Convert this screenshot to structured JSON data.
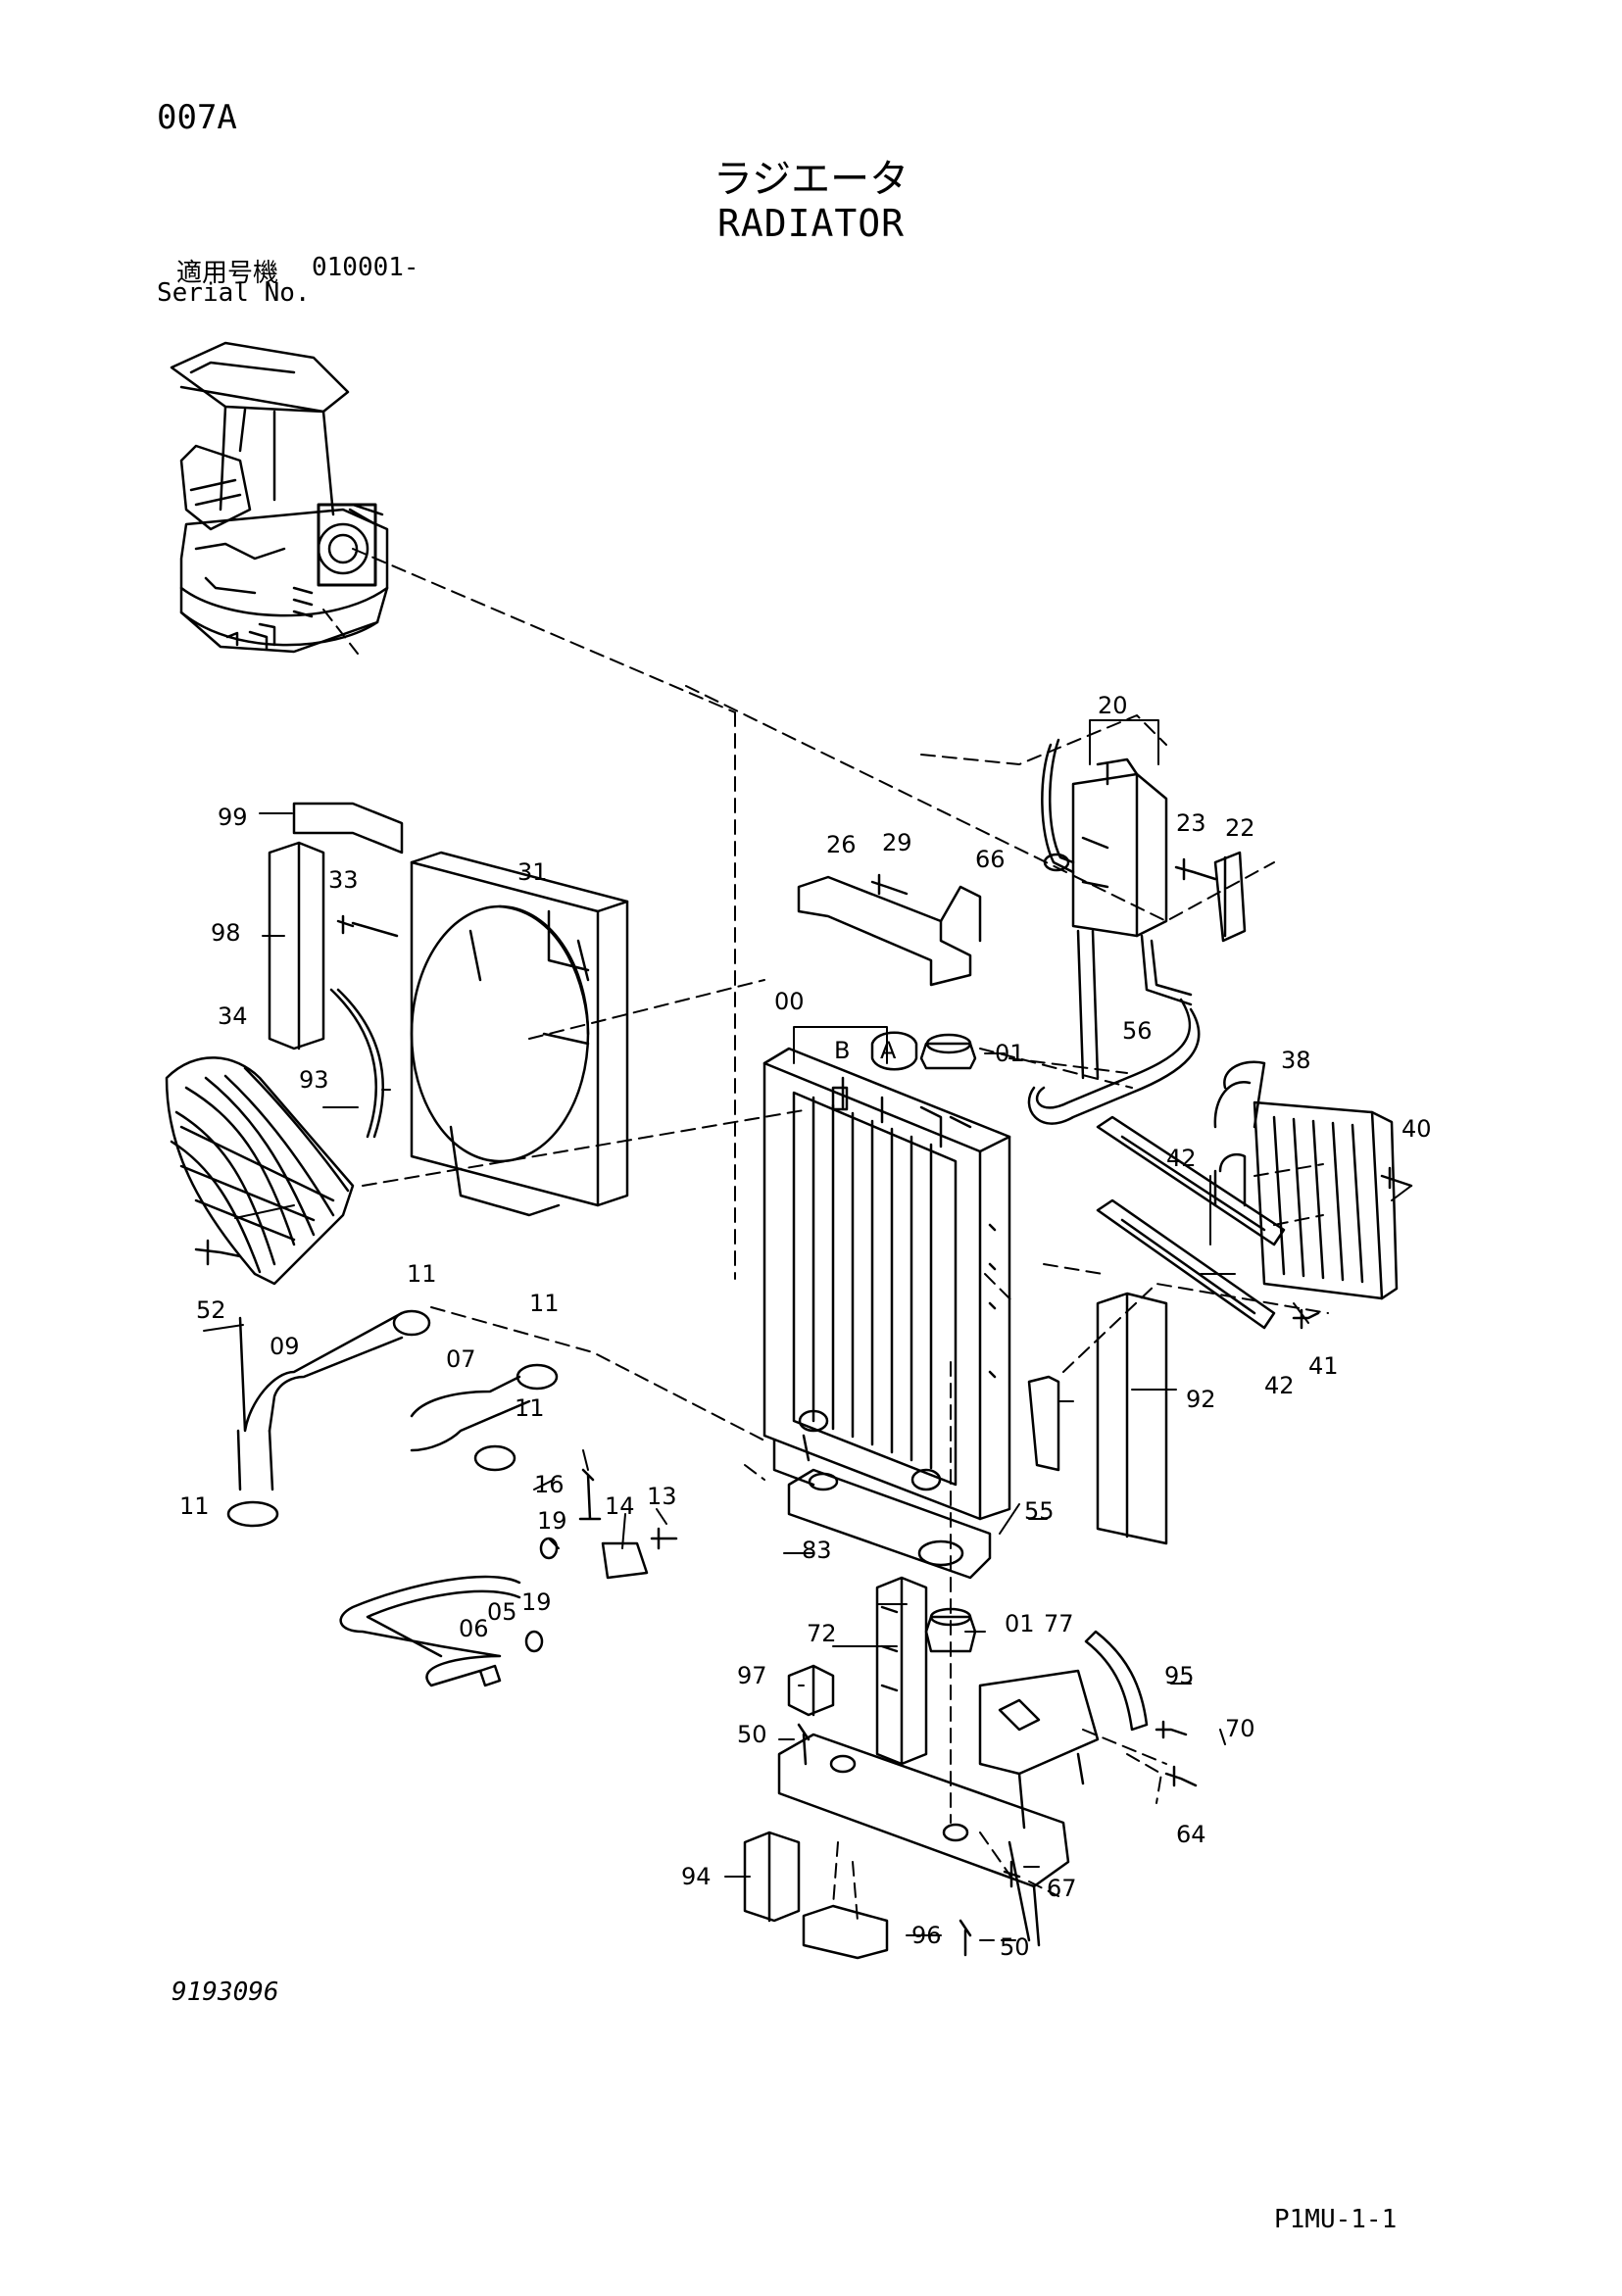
{
  "header": {
    "page_code": "007A",
    "title_jp": "ラジエータ",
    "title_en": "RADIATOR",
    "serial_label_jp": "適用号機",
    "serial_value": "010001-",
    "serial_label_en": "Serial No."
  },
  "footer": {
    "drawing_number": "9193096",
    "page_reference": "P1MU-1-1"
  },
  "callouts": [
    {
      "id": "c20",
      "label": "20"
    },
    {
      "id": "c99",
      "label": "99"
    },
    {
      "id": "c23",
      "label": "23"
    },
    {
      "id": "c22",
      "label": "22"
    },
    {
      "id": "c26",
      "label": "26"
    },
    {
      "id": "c29",
      "label": "29"
    },
    {
      "id": "c66",
      "label": "66"
    },
    {
      "id": "c33",
      "label": "33"
    },
    {
      "id": "c31",
      "label": "31"
    },
    {
      "id": "c98",
      "label": "98"
    },
    {
      "id": "c00",
      "label": "00"
    },
    {
      "id": "c34",
      "label": "34"
    },
    {
      "id": "cB",
      "label": "B"
    },
    {
      "id": "cA",
      "label": "A"
    },
    {
      "id": "c01a",
      "label": "01"
    },
    {
      "id": "c56",
      "label": "56"
    },
    {
      "id": "c38",
      "label": "38"
    },
    {
      "id": "c93",
      "label": "93"
    },
    {
      "id": "c40",
      "label": "40"
    },
    {
      "id": "c42a",
      "label": "42"
    },
    {
      "id": "c52",
      "label": "52"
    },
    {
      "id": "c11a",
      "label": "11"
    },
    {
      "id": "c11b",
      "label": "11"
    },
    {
      "id": "c09",
      "label": "09"
    },
    {
      "id": "c07",
      "label": "07"
    },
    {
      "id": "c92",
      "label": "92"
    },
    {
      "id": "c41",
      "label": "41"
    },
    {
      "id": "c42b",
      "label": "42"
    },
    {
      "id": "c11c",
      "label": "11"
    },
    {
      "id": "c16",
      "label": "16"
    },
    {
      "id": "c13",
      "label": "13"
    },
    {
      "id": "c19a",
      "label": "19"
    },
    {
      "id": "c14",
      "label": "14"
    },
    {
      "id": "c55",
      "label": "55"
    },
    {
      "id": "c11d",
      "label": "11"
    },
    {
      "id": "c83",
      "label": "83"
    },
    {
      "id": "c05",
      "label": "05"
    },
    {
      "id": "c19b",
      "label": "19"
    },
    {
      "id": "c06",
      "label": "06"
    },
    {
      "id": "c72",
      "label": "72"
    },
    {
      "id": "c01b",
      "label": "01"
    },
    {
      "id": "c77",
      "label": "77"
    },
    {
      "id": "c97",
      "label": "97"
    },
    {
      "id": "c95",
      "label": "95"
    },
    {
      "id": "c50a",
      "label": "50"
    },
    {
      "id": "c70",
      "label": "70"
    },
    {
      "id": "c64",
      "label": "64"
    },
    {
      "id": "c94",
      "label": "94"
    },
    {
      "id": "c67",
      "label": "67"
    },
    {
      "id": "c96",
      "label": "96"
    },
    {
      "id": "c50b",
      "label": "50"
    }
  ]
}
